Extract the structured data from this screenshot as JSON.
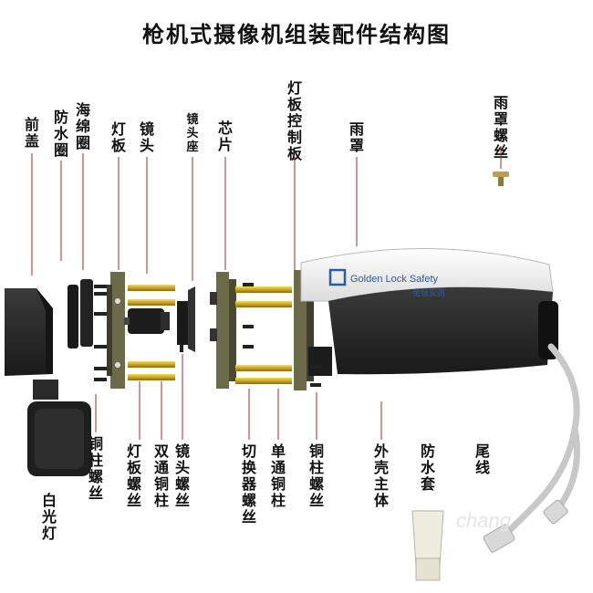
{
  "title": "枪机式摄像机组装配件结构图",
  "brand": {
    "name": "Golden Lock Safety",
    "name_cn": "金锁安防"
  },
  "watermark": "chang",
  "labels_top": {
    "front_cover": "前盖",
    "waterproof_ring": "防水圈",
    "sponge_ring": "海绵圈",
    "lamp_board": "灯板",
    "lens": "镜头",
    "lens_mount": "镜头座",
    "chip": "芯片",
    "lamp_control_board": "灯板控制板",
    "rain_cover": "雨罩",
    "rain_cover_screw": "雨罩螺丝"
  },
  "labels_bottom": {
    "copper_pillar_screw_1": "铜柱螺丝",
    "white_light": "白光灯",
    "lamp_board_screw": "灯板螺丝",
    "double_copper_pillar": "双通铜柱",
    "lens_screw": "镜头螺丝",
    "switcher_screw": "切换器螺丝",
    "single_copper_pillar": "单通铜柱",
    "copper_pillar_screw_2": "铜柱螺丝",
    "housing_body": "外壳主体",
    "waterproof_sleeve": "防水套",
    "tail_cable": "尾线"
  },
  "colors": {
    "line": "#a52a2a",
    "brass": "#c9a227",
    "housing": "#2b2b2b",
    "pcb": "#6b6b4a"
  }
}
